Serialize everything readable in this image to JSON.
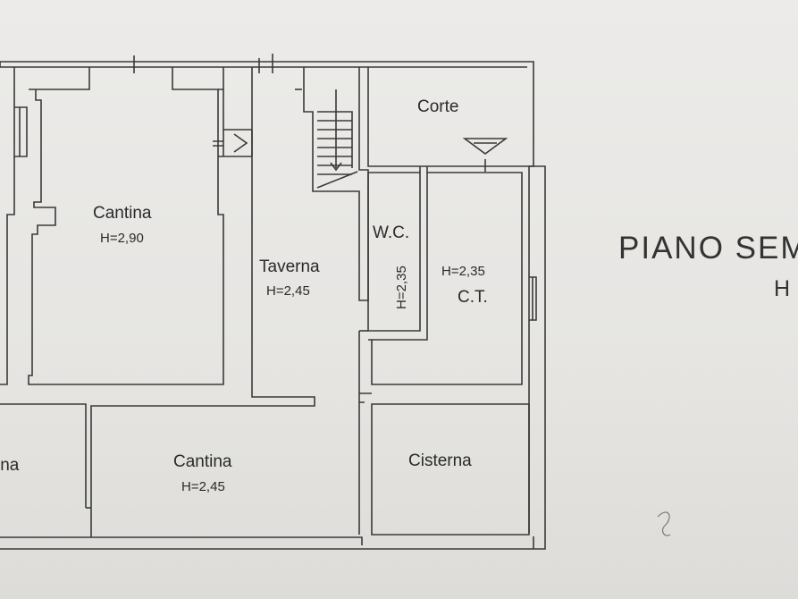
{
  "plan": {
    "title": "PIANO SEM",
    "subtitle": "H",
    "rooms": {
      "cantina_top": {
        "name": "Cantina",
        "height": "H=2,90"
      },
      "taverna": {
        "name": "Taverna",
        "height": "H=2,45"
      },
      "corte": {
        "name": "Corte"
      },
      "wc": {
        "name": "W.C.",
        "height": "H=2,35"
      },
      "ct": {
        "name": "C.T.",
        "height": "H=2,35"
      },
      "cantina_left_partial": {
        "name": "ina"
      },
      "cantina_bottom": {
        "name": "Cantina",
        "height": "H=2,45"
      },
      "cisterna": {
        "name": "Cisterna"
      }
    }
  },
  "colors": {
    "paper": "#e9e8e6",
    "line": "#3a3a3a",
    "text": "#2a2a2a"
  }
}
